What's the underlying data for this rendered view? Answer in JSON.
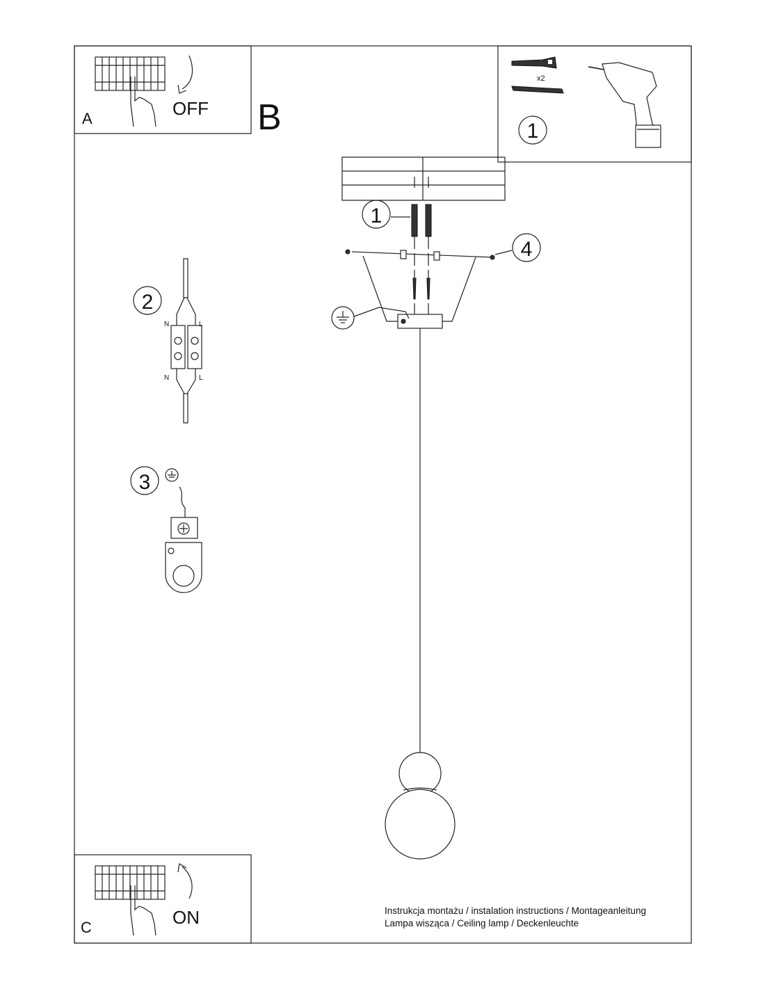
{
  "panels": {
    "a": {
      "letter": "A",
      "label": "OFF"
    },
    "b": {
      "letter": "B"
    },
    "c": {
      "letter": "C",
      "label": "ON"
    }
  },
  "tools": {
    "quantity": "x2",
    "step": "1"
  },
  "callouts": {
    "dowels": "1",
    "terminal": "2",
    "ground": "3",
    "screws": "4"
  },
  "wire_labels": {
    "n_top": "N",
    "l_top": "L",
    "n_bottom": "N",
    "l_bottom": "L"
  },
  "footer": {
    "line1": "Instrukcja montażu / instalation instructions / Montageanleitung",
    "line2": "Lampa wisząca / Ceiling lamp / Deckenleuchte"
  }
}
